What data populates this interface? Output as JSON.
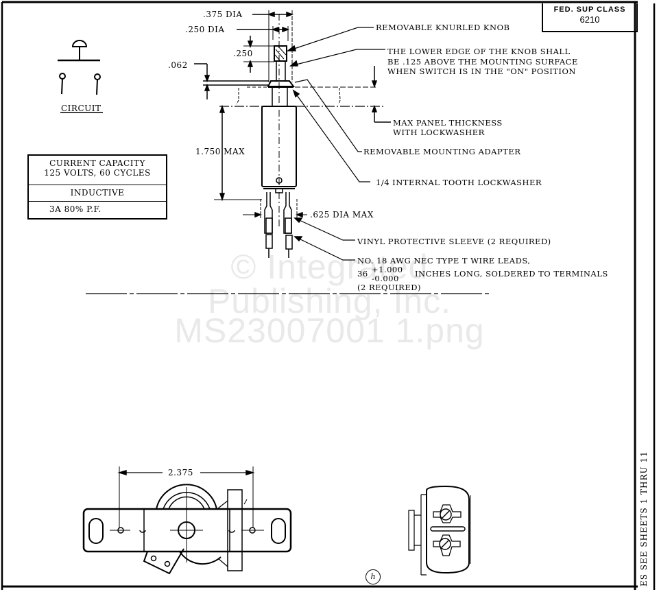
{
  "title_block": {
    "fed_sup_class_label": "FED. SUP CLASS",
    "fed_sup_class_value": "6210"
  },
  "circuit": {
    "label": "CIRCUIT"
  },
  "rating_table": {
    "rows": [
      "CURRENT CAPACITY\n125 VOLTS, 60 CYCLES",
      "INDUCTIVE",
      "3A 80% P.F."
    ]
  },
  "dimensions": {
    "knob_dia": ".375 DIA",
    "shaft_dia": ".250 DIA",
    "knob_height": ".250",
    "washer_thickness": ".062",
    "body_length": "1.750 MAX",
    "body_dia": ".625 DIA MAX",
    "mounting_span": "2.375"
  },
  "callouts": {
    "knob": "REMOVABLE KNURLED KNOB",
    "knob_edge": "THE LOWER EDGE OF THE KNOB SHALL\nBE .125 ABOVE THE MOUNTING SURFACE\nWHEN SWITCH IS IN THE \"ON\" POSITION",
    "panel": "MAX PANEL THICKNESS\nWITH LOCKWASHER",
    "adapter": "REMOVABLE MOUNTING ADAPTER",
    "lockwasher": "1/4 INTERNAL TOOTH LOCKWASHER",
    "sleeve": "VINYL PROTECTIVE SLEEVE (2 REQUIRED)",
    "leads_line1": "NO. 18 AWG NEC TYPE T WIRE LEADS,",
    "leads_length": "36",
    "leads_tol_plus": "+1.000",
    "leads_tol_minus": "-0.000",
    "leads_line2_rest": "INCHES LONG, SOLDERED TO TERMINALS",
    "leads_line3": "(2 REQUIRED)"
  },
  "margin_note": "ES SEE SHEETS 1 THRU 11",
  "sheet_marker": "h",
  "watermark": {
    "line1": "© Integrated",
    "line2": "Publishing, Inc.",
    "line3": "MS23007001 1.png"
  }
}
